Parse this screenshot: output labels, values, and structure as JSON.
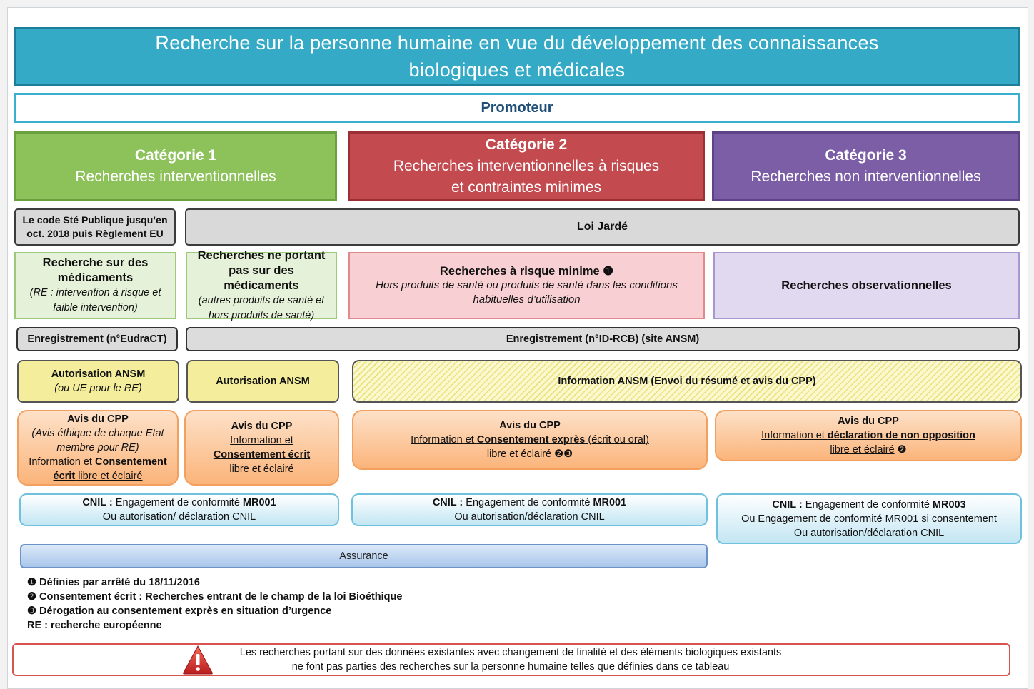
{
  "title_line1": "Recherche sur la personne humaine en vue du développement des connaissances",
  "title_line2": "biologiques et médicales",
  "promoteur": "Promoteur",
  "categories": [
    {
      "name": "Catégorie 1",
      "desc": "Recherches interventionnelles",
      "color": "#8dc25a"
    },
    {
      "name": "Catégorie 2",
      "desc": "Recherches interventionnelles à risques et contraintes minimes",
      "color": "#c34a4f"
    },
    {
      "name": "Catégorie 3",
      "desc": "Recherches non interventionnelles",
      "color": "#7b5ea6"
    }
  ],
  "law": {
    "code_line1": "Le code Sté Publique jusqu’en",
    "code_line2": "oct. 2018 puis Règlement EU",
    "jarde": "Loi Jardé"
  },
  "types": {
    "med_title": "Recherche sur des médicaments",
    "med_note": "(RE : intervention à risque et faible intervention)",
    "nonmed_title": "Recherches ne portant pas sur des médicaments",
    "nonmed_note": "(autres produits de santé et hors produits de santé)",
    "risk_title": "Recherches à risque minime ❶",
    "risk_note": "Hors produits de santé ou produits de santé dans les conditions habituelles d’utilisation",
    "obs_title": "Recherches observationnelles"
  },
  "registration": {
    "eudract": "Enregistrement (n°EudraCT)",
    "idrcb": "Enregistrement  (n°ID-RCB) (site ANSM)"
  },
  "ansm": {
    "auth1_title": "Autorisation ANSM",
    "auth1_note": "(ou UE pour le RE)",
    "auth2": "Autorisation ANSM",
    "info": "Information ANSM (Envoi du résumé et avis du CPP)"
  },
  "cpp": {
    "c1_title": "Avis du CPP",
    "c1_note1": "(Avis éthique de chaque Etat",
    "c1_note2": "membre pour RE)",
    "c1_l3a": "Information et ",
    "c1_l3b": "Consentement",
    "c1_l4a": "écrit",
    "c1_l4b": " libre et éclairé",
    "c2_title": "Avis du CPP",
    "c2_l1": "Information et",
    "c2_l2": "Consentement écrit",
    "c2_l3": "libre et éclairé",
    "c3_title": "Avis du CPP",
    "c3_l1a": "Information et ",
    "c3_l1b": "Consentement exprès",
    "c3_l1c": " (écrit ou oral)",
    "c3_l2": "libre et éclairé",
    "c3_marks": " ❷❸",
    "c4_title": "Avis du CPP",
    "c4_l1a": "Information et ",
    "c4_l1b": "déclaration de non opposition",
    "c4_l2": " libre et éclairé",
    "c4_mark": " ❷"
  },
  "cnil": {
    "n1_bold": "CNIL :",
    "n1_text": " Engagement de conformité ",
    "n1_code": "MR001",
    "n1_l2": "Ou autorisation/ déclaration  CNIL",
    "n2_bold": "CNIL :",
    "n2_text": " Engagement de conformité ",
    "n2_code": "MR001",
    "n2_l2": "Ou  autorisation/déclaration  CNIL",
    "n3_bold": "CNIL :",
    "n3_text": " Engagement de conformité ",
    "n3_code": "MR003",
    "n3_l2": "Ou Engagement de conformité MR001 si consentement",
    "n3_l3": "Ou autorisation/déclaration CNIL"
  },
  "assurance": "Assurance",
  "notes": [
    "❶ Définies par  arrêté du 18/11/2016",
    "❷ Consentement écrit : Recherches entrant de le champ de la loi Bioéthique",
    "❸   Dérogation au consentement exprès en situation d’urgence",
    "RE : recherche européenne"
  ],
  "warning": {
    "line1": "Les recherches portant sur des données existantes avec changement de finalité et des éléments biologiques existants",
    "line2": "ne font pas parties des recherches sur la personne humaine telles que définies dans ce tableau"
  }
}
